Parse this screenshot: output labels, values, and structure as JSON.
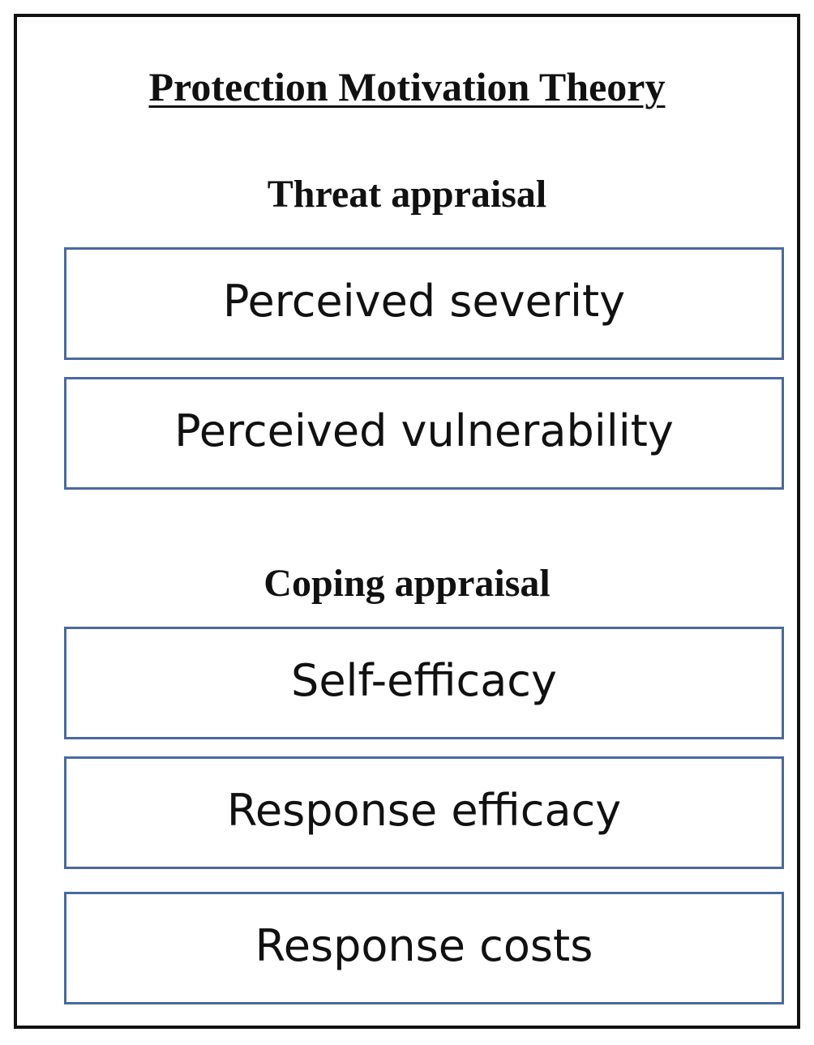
{
  "title": "Protection Motivation Theory",
  "sections": [
    {
      "heading": "Threat appraisal",
      "items": [
        "Perceived severity",
        "Perceived vulnerability"
      ]
    },
    {
      "heading": "Coping appraisal",
      "items": [
        "Self-efficacy",
        "Response efficacy",
        "Response costs"
      ]
    }
  ],
  "colors": {
    "frame_border": "#111111",
    "box_border": "#4a6a9c",
    "text": "#111111",
    "background": "#ffffff"
  }
}
